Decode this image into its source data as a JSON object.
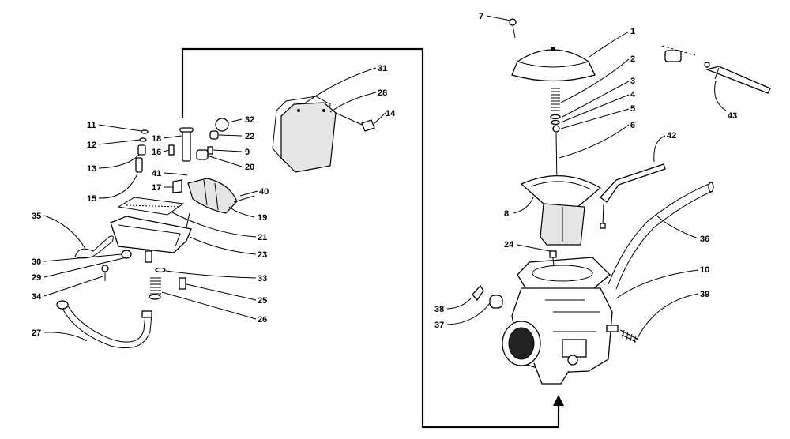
{
  "callouts": [
    {
      "id": "c1",
      "text": "1"
    },
    {
      "id": "c2",
      "text": "2"
    },
    {
      "id": "c3",
      "text": "3"
    },
    {
      "id": "c4",
      "text": "4"
    },
    {
      "id": "c5",
      "text": "5"
    },
    {
      "id": "c6",
      "text": "6"
    },
    {
      "id": "c7",
      "text": "7"
    },
    {
      "id": "c8",
      "text": "8"
    },
    {
      "id": "c9",
      "text": "9"
    },
    {
      "id": "c10",
      "text": "10"
    },
    {
      "id": "c11",
      "text": "11"
    },
    {
      "id": "c12",
      "text": "12"
    },
    {
      "id": "c13",
      "text": "13"
    },
    {
      "id": "c14",
      "text": "14"
    },
    {
      "id": "c15",
      "text": "15"
    },
    {
      "id": "c16",
      "text": "16"
    },
    {
      "id": "c17",
      "text": "17"
    },
    {
      "id": "c18",
      "text": "18"
    },
    {
      "id": "c19",
      "text": "19"
    },
    {
      "id": "c20",
      "text": "20"
    },
    {
      "id": "c21",
      "text": "21"
    },
    {
      "id": "c22",
      "text": "22"
    },
    {
      "id": "c23",
      "text": "23"
    },
    {
      "id": "c24",
      "text": "24"
    },
    {
      "id": "c25",
      "text": "25"
    },
    {
      "id": "c26",
      "text": "26"
    },
    {
      "id": "c27",
      "text": "27"
    },
    {
      "id": "c28",
      "text": "28"
    },
    {
      "id": "c29",
      "text": "29"
    },
    {
      "id": "c30",
      "text": "30"
    },
    {
      "id": "c31",
      "text": "31"
    },
    {
      "id": "c32",
      "text": "32"
    },
    {
      "id": "c33",
      "text": "33"
    },
    {
      "id": "c34",
      "text": "34"
    },
    {
      "id": "c35",
      "text": "35"
    },
    {
      "id": "c36",
      "text": "36"
    },
    {
      "id": "c37",
      "text": "37"
    },
    {
      "id": "c38",
      "text": "38"
    },
    {
      "id": "c39",
      "text": "39"
    },
    {
      "id": "c40",
      "text": "40"
    },
    {
      "id": "c41",
      "text": "41"
    },
    {
      "id": "c42",
      "text": "42"
    },
    {
      "id": "c43",
      "text": "43"
    }
  ],
  "colors": {
    "line": "#000000",
    "background": "#ffffff",
    "shade": "#e6e6e6"
  }
}
